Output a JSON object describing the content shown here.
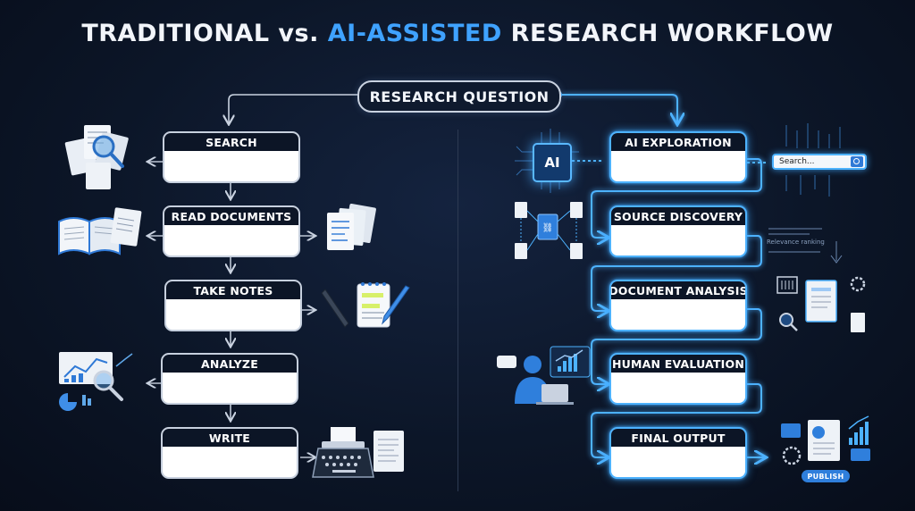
{
  "title": {
    "part1": "TRADITIONAL vs. ",
    "accent": "AI-ASSISTED",
    "part2": " RESEARCH WORKFLOW"
  },
  "root": {
    "label": "RESEARCH QUESTION"
  },
  "traditional_steps": [
    {
      "label": "SEARCH"
    },
    {
      "label": "READ DOCUMENTS"
    },
    {
      "label": "TAKE NOTES"
    },
    {
      "label": "ANALYZE"
    },
    {
      "label": "WRITE"
    }
  ],
  "ai_steps": [
    {
      "label": "AI EXPLORATION"
    },
    {
      "label": "SOURCE DISCOVERY"
    },
    {
      "label": "DOCUMENT ANALYSIS"
    },
    {
      "label": "HUMAN EVALUATION"
    },
    {
      "label": "FINAL OUTPUT"
    }
  ],
  "ai_chip_label": "AI",
  "search_placeholder": "Search...",
  "relevance_label": "Relevance ranking",
  "publish_label": "PUBLISH",
  "colors": {
    "accent": "#3fa2ff",
    "glow": "#4db2ff",
    "background": "#0c1628"
  }
}
